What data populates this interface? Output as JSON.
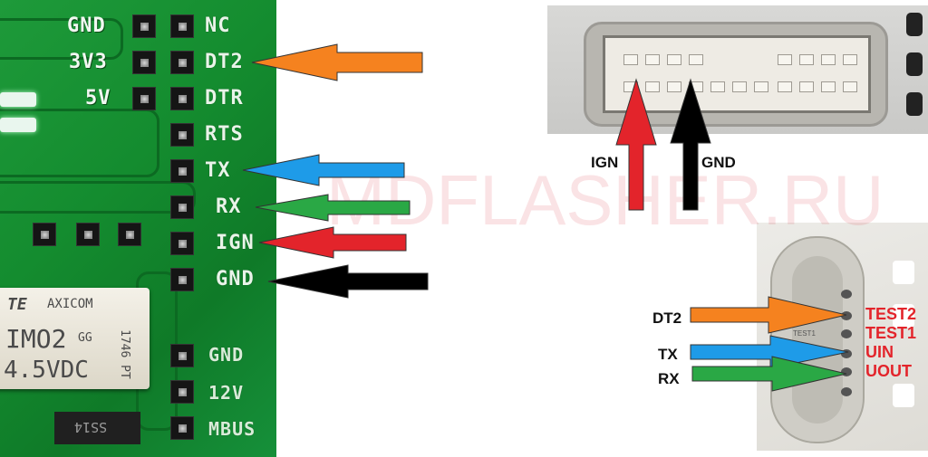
{
  "pcb": {
    "header_labels_right": [
      "NC",
      "DT2",
      "DTR",
      "RTS",
      "TX",
      "RX",
      "IGN",
      "GND"
    ],
    "header_labels_left": [
      "GND",
      "3V3",
      "5V"
    ],
    "power_labels": [
      "GND",
      "12V",
      "MBUS"
    ],
    "relay": {
      "brand": "TE",
      "brand_suffix": "AXICOM",
      "model": "IMO2",
      "model_suffix": "GG",
      "voltage": "4.5VDC",
      "code": "1746 PT"
    },
    "diode_label": "SS14"
  },
  "connector": {
    "label_ign": "IGN",
    "label_gnd": "GND"
  },
  "socket": {
    "labels_left": [
      "DT2",
      "TX",
      "RX"
    ],
    "labels_right": [
      "TEST2",
      "TEST1",
      "UIN",
      "UOUT"
    ],
    "inner_marking": "TEST1"
  },
  "watermark": "MDFLASHER.RU",
  "colors": {
    "arrow_dt2": "#f5821f",
    "arrow_tx": "#1e9be8",
    "arrow_rx": "#2aa845",
    "arrow_ign": "#e3242b",
    "arrow_gnd": "#000000",
    "pcb_green": "#178f34",
    "label_red": "#e3242b"
  },
  "arrows": [
    {
      "name": "dt2",
      "color": "#f5821f"
    },
    {
      "name": "tx",
      "color": "#1e9be8"
    },
    {
      "name": "rx",
      "color": "#2aa845"
    },
    {
      "name": "ign",
      "color": "#e3242b"
    },
    {
      "name": "gnd",
      "color": "#000000"
    }
  ]
}
